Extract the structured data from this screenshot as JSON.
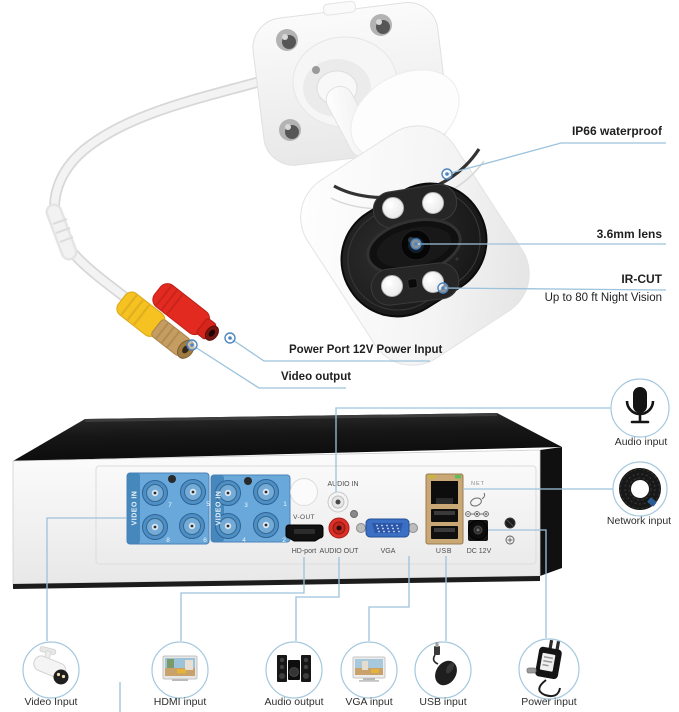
{
  "camera_callouts": {
    "waterproof": "IP66 waterproof",
    "lens": "3.6mm lens",
    "ir_cut": "IR-CUT",
    "night_vision": "Up to 80 ft Night Vision",
    "power_port": "Power Port 12V Power Input",
    "video_output": "Video output"
  },
  "dvr": {
    "video_in_left": {
      "label": "VIDEO IN",
      "channels": [
        "7",
        "5",
        "8",
        "6"
      ]
    },
    "video_in_right": {
      "label": "VIDEO IN",
      "channels": [
        "3",
        "1",
        "4",
        "2"
      ]
    },
    "labels": {
      "v_out": "V-OUT",
      "hd_port": "HD-port",
      "audio_in": "AUDIO IN",
      "audio_out": "AUDIO OUT",
      "vga": "VGA",
      "usb": "USB",
      "dc_12v": "DC 12V",
      "net": "NET"
    }
  },
  "right_callouts": [
    {
      "label": "Audio input",
      "icon": "microphone-icon"
    },
    {
      "label": "Network input",
      "icon": "network-cable-coil-icon"
    }
  ],
  "bottom_callouts": [
    {
      "label": "Video Input",
      "icon": "bullet-camera-icon"
    },
    {
      "label": "HDMI input",
      "icon": "tv-icon"
    },
    {
      "label": "Audio output",
      "icon": "speaker-set-icon"
    },
    {
      "label": "VGA input",
      "icon": "monitor-icon"
    },
    {
      "label": "USB input",
      "icon": "usb-mouse-icon"
    },
    {
      "label": "Power input",
      "icon": "power-adapter-icon"
    }
  ],
  "colors": {
    "callout_line": "#9cc2dc",
    "callout_dot": "#4e86c0",
    "circle_stroke": "#a5c8de",
    "highlight_panel": "#5ea2d8",
    "label_text": "#1f1f1f"
  }
}
